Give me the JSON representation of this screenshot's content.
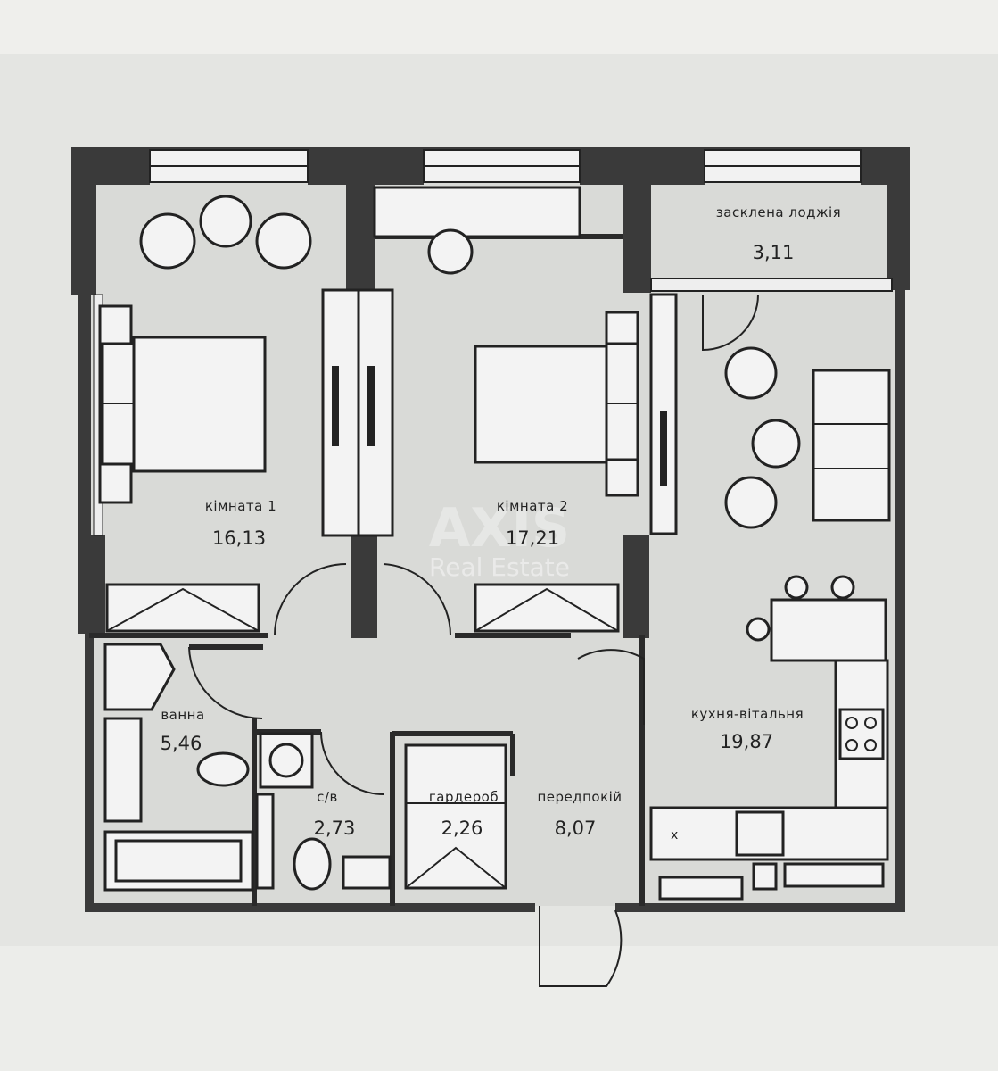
{
  "plan": {
    "rooms": [
      {
        "name": "засклена лоджія",
        "area": "3,11"
      },
      {
        "name": "кімната 1",
        "area": "16,13"
      },
      {
        "name": "кімната 2",
        "area": "17,21"
      },
      {
        "name": "кухня-вітальня",
        "area": "19,87"
      },
      {
        "name": "ванна",
        "area": "5,46"
      },
      {
        "name": "с/в",
        "area": "2,73"
      },
      {
        "name": "гардероб",
        "area": "2,26"
      },
      {
        "name": "передпокій",
        "area": "8,07"
      }
    ],
    "watermark": {
      "brand": "AXIS",
      "sub": "Real Estate"
    }
  }
}
